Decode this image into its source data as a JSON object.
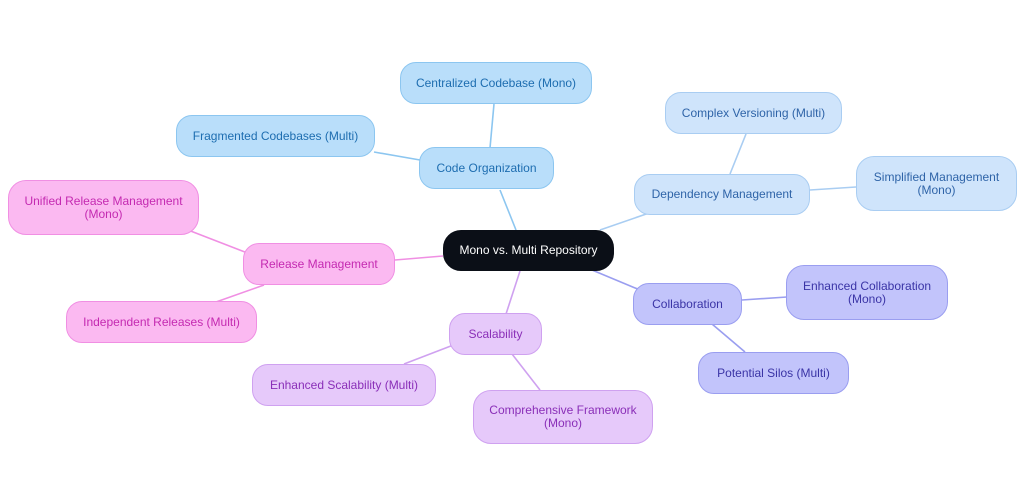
{
  "root": {
    "label": "Mono vs. Multi Repository"
  },
  "branches": {
    "code": {
      "label": "Code Organization",
      "children": [
        "Centralized Codebase (Mono)",
        "Fragmented Codebases (Multi)"
      ]
    },
    "dependency": {
      "label": "Dependency Management",
      "children": [
        "Complex Versioning (Multi)",
        "Simplified Management (Mono)"
      ]
    },
    "collaboration": {
      "label": "Collaboration",
      "children": [
        "Enhanced Collaboration (Mono)",
        "Potential Silos (Multi)"
      ]
    },
    "scalability": {
      "label": "Scalability",
      "children": [
        "Enhanced Scalability (Multi)",
        "Comprehensive Framework (Mono)"
      ]
    },
    "release": {
      "label": "Release Management",
      "children": [
        "Unified Release Management (Mono)",
        "Independent Releases (Multi)"
      ]
    }
  }
}
